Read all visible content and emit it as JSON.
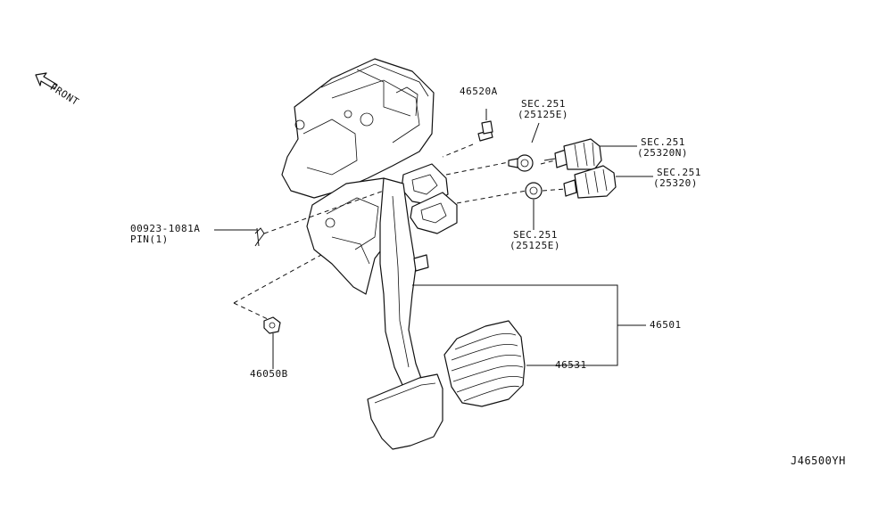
{
  "orientation": {
    "front_label": "FRONT",
    "icon": "front-arrow-icon"
  },
  "callouts": {
    "bolt": "46520A",
    "sec_top_a": "SEC.251",
    "sec_top_b": "(25125E)",
    "switch_upper_a": "SEC.251",
    "switch_upper_b": "(25320N)",
    "switch_lower_a": "SEC.251",
    "switch_lower_b": "(25320)",
    "sec_bottom_a": "SEC.251",
    "sec_bottom_b": "(25125E)",
    "pin_a": "00923-1081A",
    "pin_b": "PIN(1)",
    "pedal_assy": "46501",
    "pedal_pad": "46531",
    "nut": "46050B"
  },
  "diagram_code": "J46500YH"
}
